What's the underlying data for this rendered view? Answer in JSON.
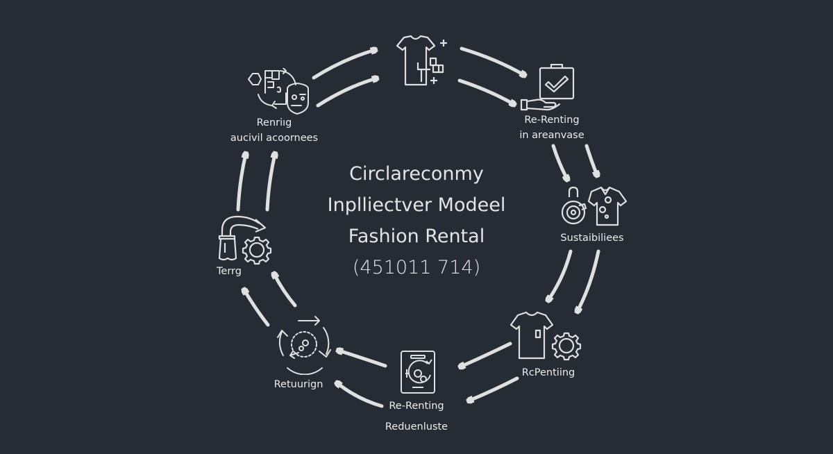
{
  "diagram": {
    "title_lines": [
      "Circlareconmy",
      "Inplliectver Modeel",
      "Fashion Rental",
      "(451011 714)"
    ],
    "colors": {
      "background": "#262c34",
      "stroke": "#e0e0e0",
      "text": "#ececec"
    },
    "nodes": [
      {
        "id": "top",
        "icon": "tshirt-with-sewing-icon",
        "label_lines": []
      },
      {
        "id": "top-right",
        "icon": "briefcase-check-hand-icon",
        "label_lines": [
          "Re-Renting",
          "in areanvase"
        ]
      },
      {
        "id": "right",
        "icon": "bottle-and-shirt-icon",
        "label_lines": [
          "Sustaibiliees"
        ]
      },
      {
        "id": "bottom-right",
        "icon": "tshirt-gear-icon",
        "label_lines": [
          "RcPentiing"
        ]
      },
      {
        "id": "bottom",
        "icon": "tablet-gears-icon",
        "label_lines": [
          "Re-Renting",
          "Reduenluste"
        ]
      },
      {
        "id": "bottom-left",
        "icon": "circular-return-icon",
        "label_lines": [
          "Retuurign"
        ]
      },
      {
        "id": "left",
        "icon": "washing-gear-icon",
        "label_lines": [
          "Terrg"
        ]
      },
      {
        "id": "top-left",
        "icon": "cycle-mask-icon",
        "label_lines": [
          "Renriıg",
          "aucivil acoornees"
        ]
      }
    ],
    "flow_direction": "clockwise"
  }
}
